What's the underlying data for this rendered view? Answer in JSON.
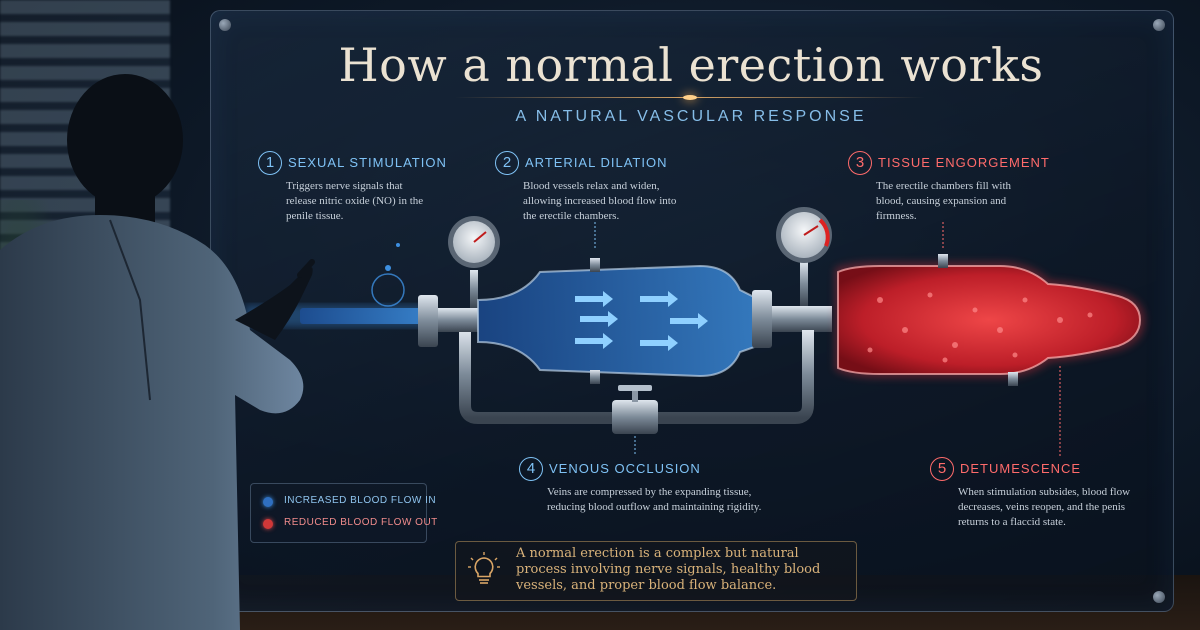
{
  "title": "How a normal erection works",
  "subtitle": "A NATURAL VASCULAR RESPONSE",
  "steps": [
    {
      "number": "1",
      "heading": "SEXUAL STIMULATION",
      "description": "Triggers nerve signals that release nitric oxide (NO) in the penile tissue.",
      "color": "#7fc2f5"
    },
    {
      "number": "2",
      "heading": "ARTERIAL DILATION",
      "description": "Blood vessels relax and widen, allowing increased blood flow into the erectile chambers.",
      "color": "#7fc2f5"
    },
    {
      "number": "3",
      "heading": "TISSUE ENGORGEMENT",
      "description": "The erectile chambers fill with blood, causing expansion and firmness.",
      "color": "#ff6b6b"
    },
    {
      "number": "4",
      "heading": "VENOUS OCCLUSION",
      "description": "Veins are compressed by the expanding tissue, reducing blood outflow and maintaining rigidity.",
      "color": "#7fc2f5"
    },
    {
      "number": "5",
      "heading": "DETUMESCENCE",
      "description": "When stimulation subsides, blood flow decreases, veins reopen, and the penis returns to a flaccid state.",
      "color": "#ff6b6b"
    }
  ],
  "legend": [
    {
      "label": "INCREASED BLOOD FLOW IN",
      "color": "#3d8fe0"
    },
    {
      "label": "REDUCED BLOOD FLOW OUT",
      "color": "#e04848"
    }
  ],
  "note": {
    "text": "A normal erection is a complex but natural process involving nerve signals, healthy blood vessels, and proper blood flow balance.",
    "icon": "lightbulb-icon"
  },
  "colors": {
    "blue_flow": "#3d8fe0",
    "red_flow": "#e0303a",
    "accent_gold": "#d9a566"
  }
}
